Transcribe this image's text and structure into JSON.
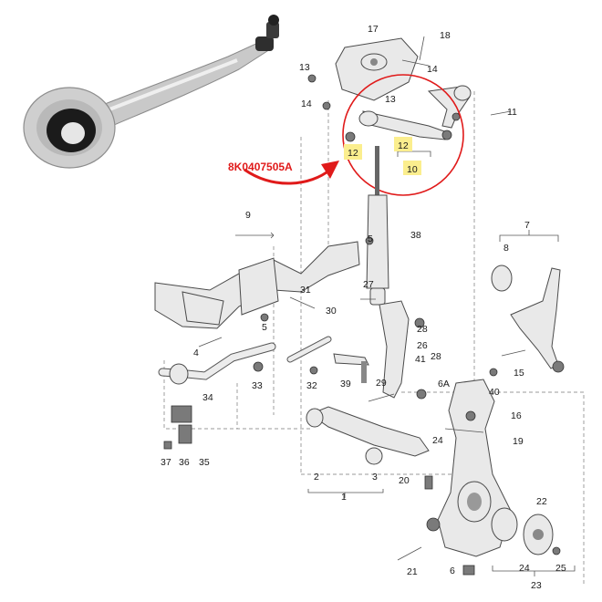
{
  "part_code": "8K0407505A",
  "callouts": {
    "n17": "17",
    "n18": "18",
    "n13a": "13",
    "n14a": "14",
    "n13b": "13",
    "n14b": "14",
    "n11": "11",
    "n12a": "12",
    "n12b": "12",
    "n10": "10",
    "n9": "9",
    "n5a": "5",
    "n38": "38",
    "n7": "7",
    "n8": "8",
    "n31": "31",
    "n27": "27",
    "n30": "30",
    "n5b": "5",
    "n28a": "28",
    "n4": "4",
    "n26": "26",
    "n41": "41",
    "n28b": "28",
    "n15": "15",
    "n33": "33",
    "n32": "32",
    "n39": "39",
    "n29": "29",
    "n6A": "6A",
    "n40": "40",
    "n34": "34",
    "n16": "16",
    "n19": "19",
    "n24": "24",
    "n37": "37",
    "n36": "36",
    "n35": "35",
    "n2": "2",
    "n3": "3",
    "n1": "1",
    "n20": "20",
    "n22": "22",
    "n21": "21",
    "n6b": "6",
    "n24b": "24",
    "n25": "25",
    "n23": "23"
  },
  "colors": {
    "highlight": "#fbee8e",
    "callout_circle": "#e01a1a",
    "arrow": "#e01a1a",
    "part_code": "#e01a1a"
  },
  "icons": [
    "control-arm-photo",
    "circle-highlight",
    "red-arrow"
  ]
}
